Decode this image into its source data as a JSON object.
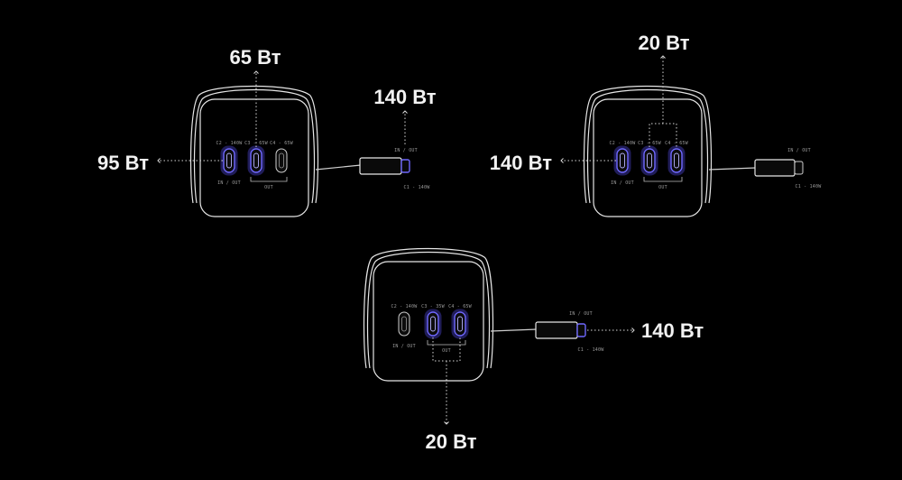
{
  "port_labels": {
    "c1": "C1 - 140W",
    "c2": "C2 - 140W",
    "c3": "C3 - 65W",
    "c4": "C4 - 65W",
    "c3_alt": "C3 - 35W",
    "c4_alt": "C4 - 65W",
    "in_out": "IN / OUT",
    "out": "OUT"
  },
  "scenarios": [
    {
      "c2_out": "95 Вт",
      "c3_out": "65 Вт",
      "c1_in": "140 Вт"
    },
    {
      "c2_out": "140 Вт",
      "c3c4_out": "20 Вт"
    },
    {
      "c1_out": "140 Вт",
      "c3c4_out": "20 Вт"
    }
  ],
  "colors": {
    "background": "#000000",
    "outline": "#e6e6e6",
    "active_port": "#6f68ff",
    "text": "#f2f2f2"
  }
}
